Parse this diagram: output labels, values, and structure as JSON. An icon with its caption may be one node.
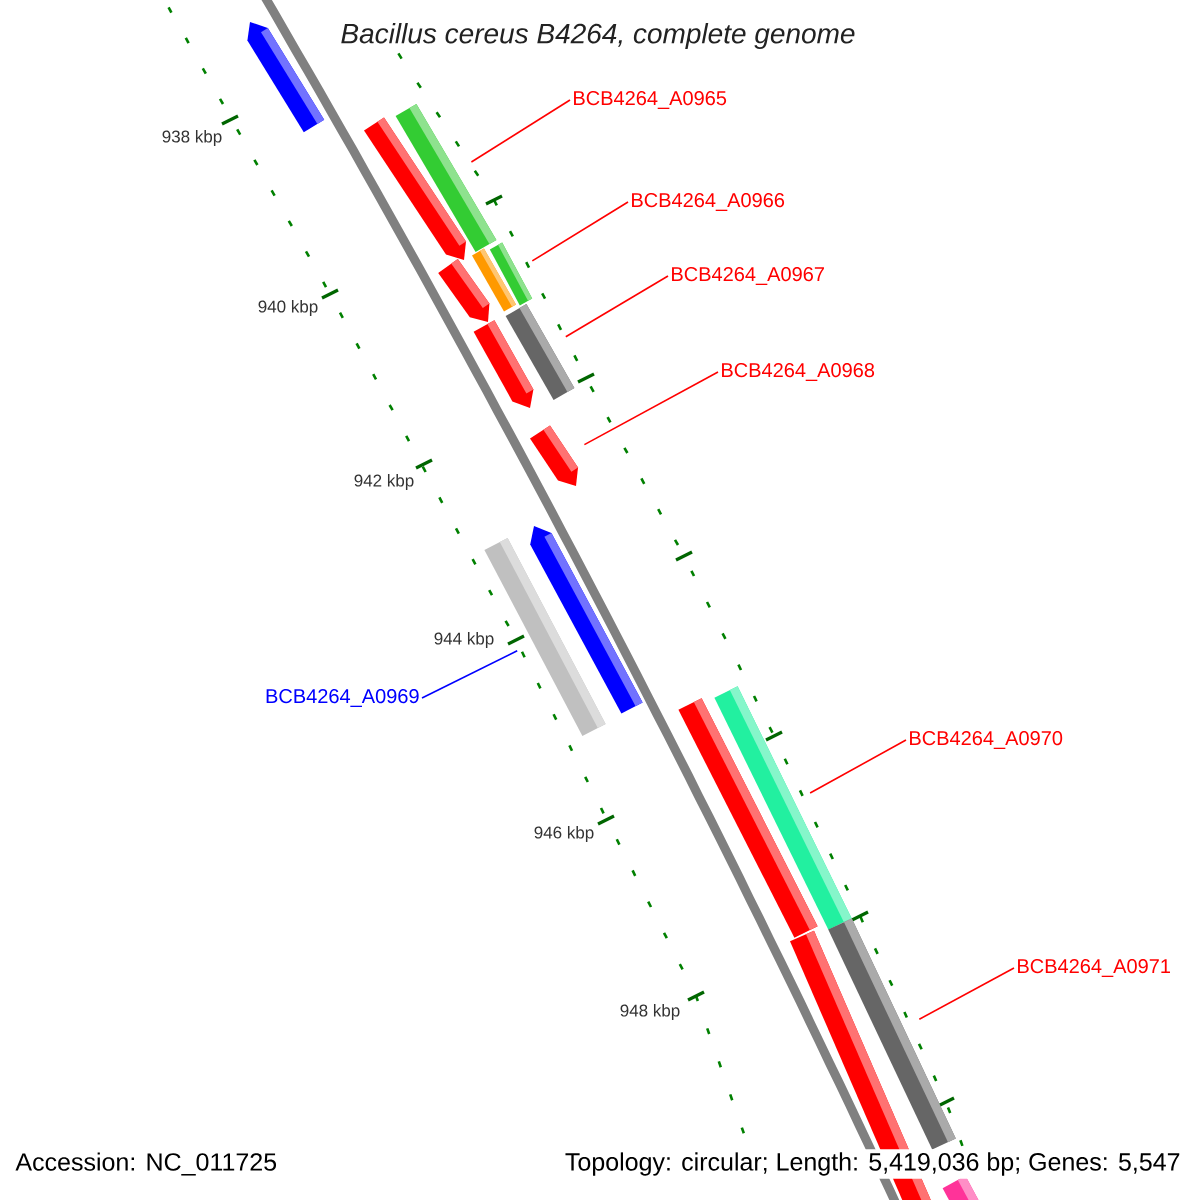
{
  "diagram": {
    "title": "Bacillus cereus B4264, complete genome",
    "nodes": [
      {
        "text": [
          "BCB4264_A0965"
        ]
      },
      {
        "text": [
          "BCB4264_A0966"
        ]
      },
      {
        "text": [
          "BCB4264_A0967"
        ]
      },
      {
        "text": [
          "BCB4264_A0968"
        ]
      },
      {
        "text": [
          "BCB4264_A0969"
        ]
      },
      {
        "text": [
          "BCB4264_A0970"
        ]
      },
      {
        "text": [
          "BCB4264_A0971"
        ]
      },
      {
        "text": [],
        "shape": "bar"
      },
      {
        "text": [],
        "shape": "bar"
      },
      {
        "text": [],
        "shape": "bar"
      },
      {
        "text": [],
        "shape": "bar"
      },
      {
        "text": [],
        "shape": "bar"
      },
      {
        "text": [],
        "shape": "bar"
      },
      {
        "text": [],
        "shape": "bar"
      },
      {
        "text": [],
        "shape": "bar"
      },
      {
        "text": [],
        "shape": "bar"
      },
      {
        "text": [],
        "shape": "bar"
      },
      {
        "text": [],
        "shape": "bar"
      },
      {
        "text": [],
        "shape": "bar"
      },
      {
        "text": [],
        "shape": "bar"
      },
      {
        "text": [],
        "shape": "bar"
      },
      {
        "text": [],
        "shape": "bar"
      },
      {
        "text": [],
        "shape": "bar"
      }
    ],
    "edges": [
      {
        "from": 0,
        "to": 8,
        "arrow": "none"
      },
      {
        "from": 1,
        "to": 10,
        "arrow": "none"
      },
      {
        "from": 2,
        "to": 13,
        "arrow": "none"
      },
      {
        "from": 3,
        "to": 15,
        "arrow": "none"
      },
      {
        "from": 4,
        "to": 17,
        "arrow": "none",
        "color": "#0000ff"
      },
      {
        "from": 5,
        "to": 18,
        "arrow": "none"
      },
      {
        "from": 6,
        "to": 20,
        "arrow": "none"
      }
    ],
    "labels": [
      "938 kbp",
      "940 kbp",
      "942 kbp",
      "944 kbp",
      "946 kbp",
      "948 kbp",
      "Accession: NC_011725",
      "Topology: circular; Length: 5,419,036 bp; Genes: 5,547"
    ]
  }
}
